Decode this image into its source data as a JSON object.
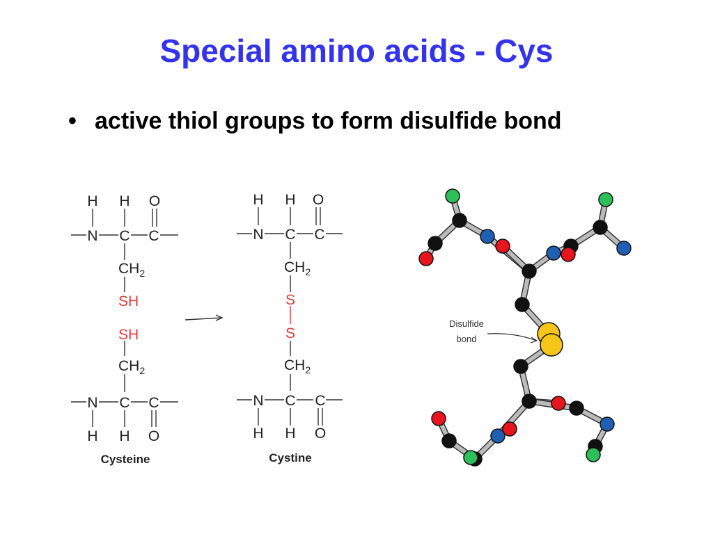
{
  "slide": {
    "title": "Special amino acids - Cys",
    "bullet": "active thiol groups to form disulfide bond"
  },
  "cysteine": {
    "top": {
      "h1": "H",
      "h2": "H",
      "o": "O",
      "n": "N",
      "c1": "C",
      "c2": "C",
      "ch": "CH",
      "ch_sub": "2",
      "sh": "SH"
    },
    "bottom": {
      "sh": "SH",
      "ch": "CH",
      "ch_sub": "2",
      "n": "N",
      "c1": "C",
      "c2": "C",
      "h1": "H",
      "h2": "H",
      "o": "O"
    },
    "caption": "Cysteine"
  },
  "cystine": {
    "top": {
      "h1": "H",
      "h2": "H",
      "o": "O",
      "n": "N",
      "c1": "C",
      "c2": "C",
      "ch": "CH",
      "ch_sub": "2",
      "s": "S"
    },
    "bottom": {
      "s": "S",
      "ch": "CH",
      "ch_sub": "2",
      "n": "N",
      "c1": "C",
      "c2": "C",
      "h1": "H",
      "h2": "H",
      "o": "O"
    },
    "caption": "Cystine"
  },
  "model": {
    "label_line1": "Disulfide",
    "label_line2": "bond",
    "colors": {
      "carbon": "#111111",
      "oxygen": "#e8141e",
      "nitrogen": "#1f5fb4",
      "hydrogen": "#2dbf5a",
      "sulfur": "#f5c518",
      "bond": "#bbbbbb"
    }
  }
}
